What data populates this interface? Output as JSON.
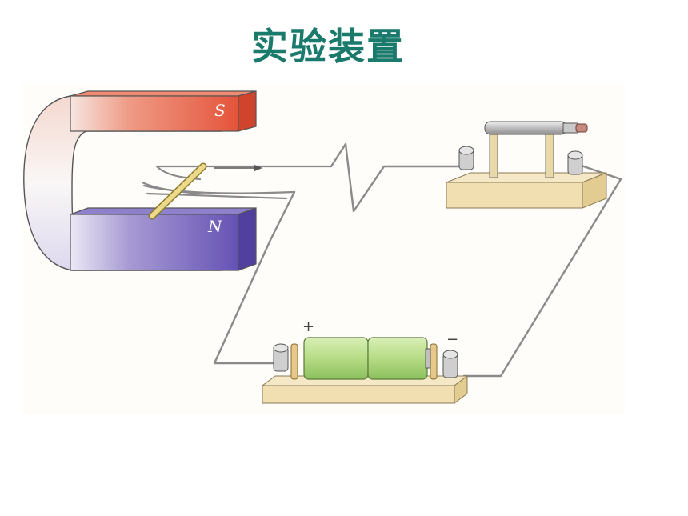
{
  "slide": {
    "title": "实验装置"
  },
  "diagram": {
    "magnet": {
      "north_label": "N",
      "south_label": "S",
      "south_color": "#e8583f",
      "north_color": "#6a58b8"
    },
    "battery": {
      "positive_label": "+",
      "negative_label": "−",
      "color": "#b9e08a"
    },
    "colors": {
      "title": "#1a7a6c",
      "wire": "#8a8a8a",
      "base": "#f1dfb2"
    }
  }
}
